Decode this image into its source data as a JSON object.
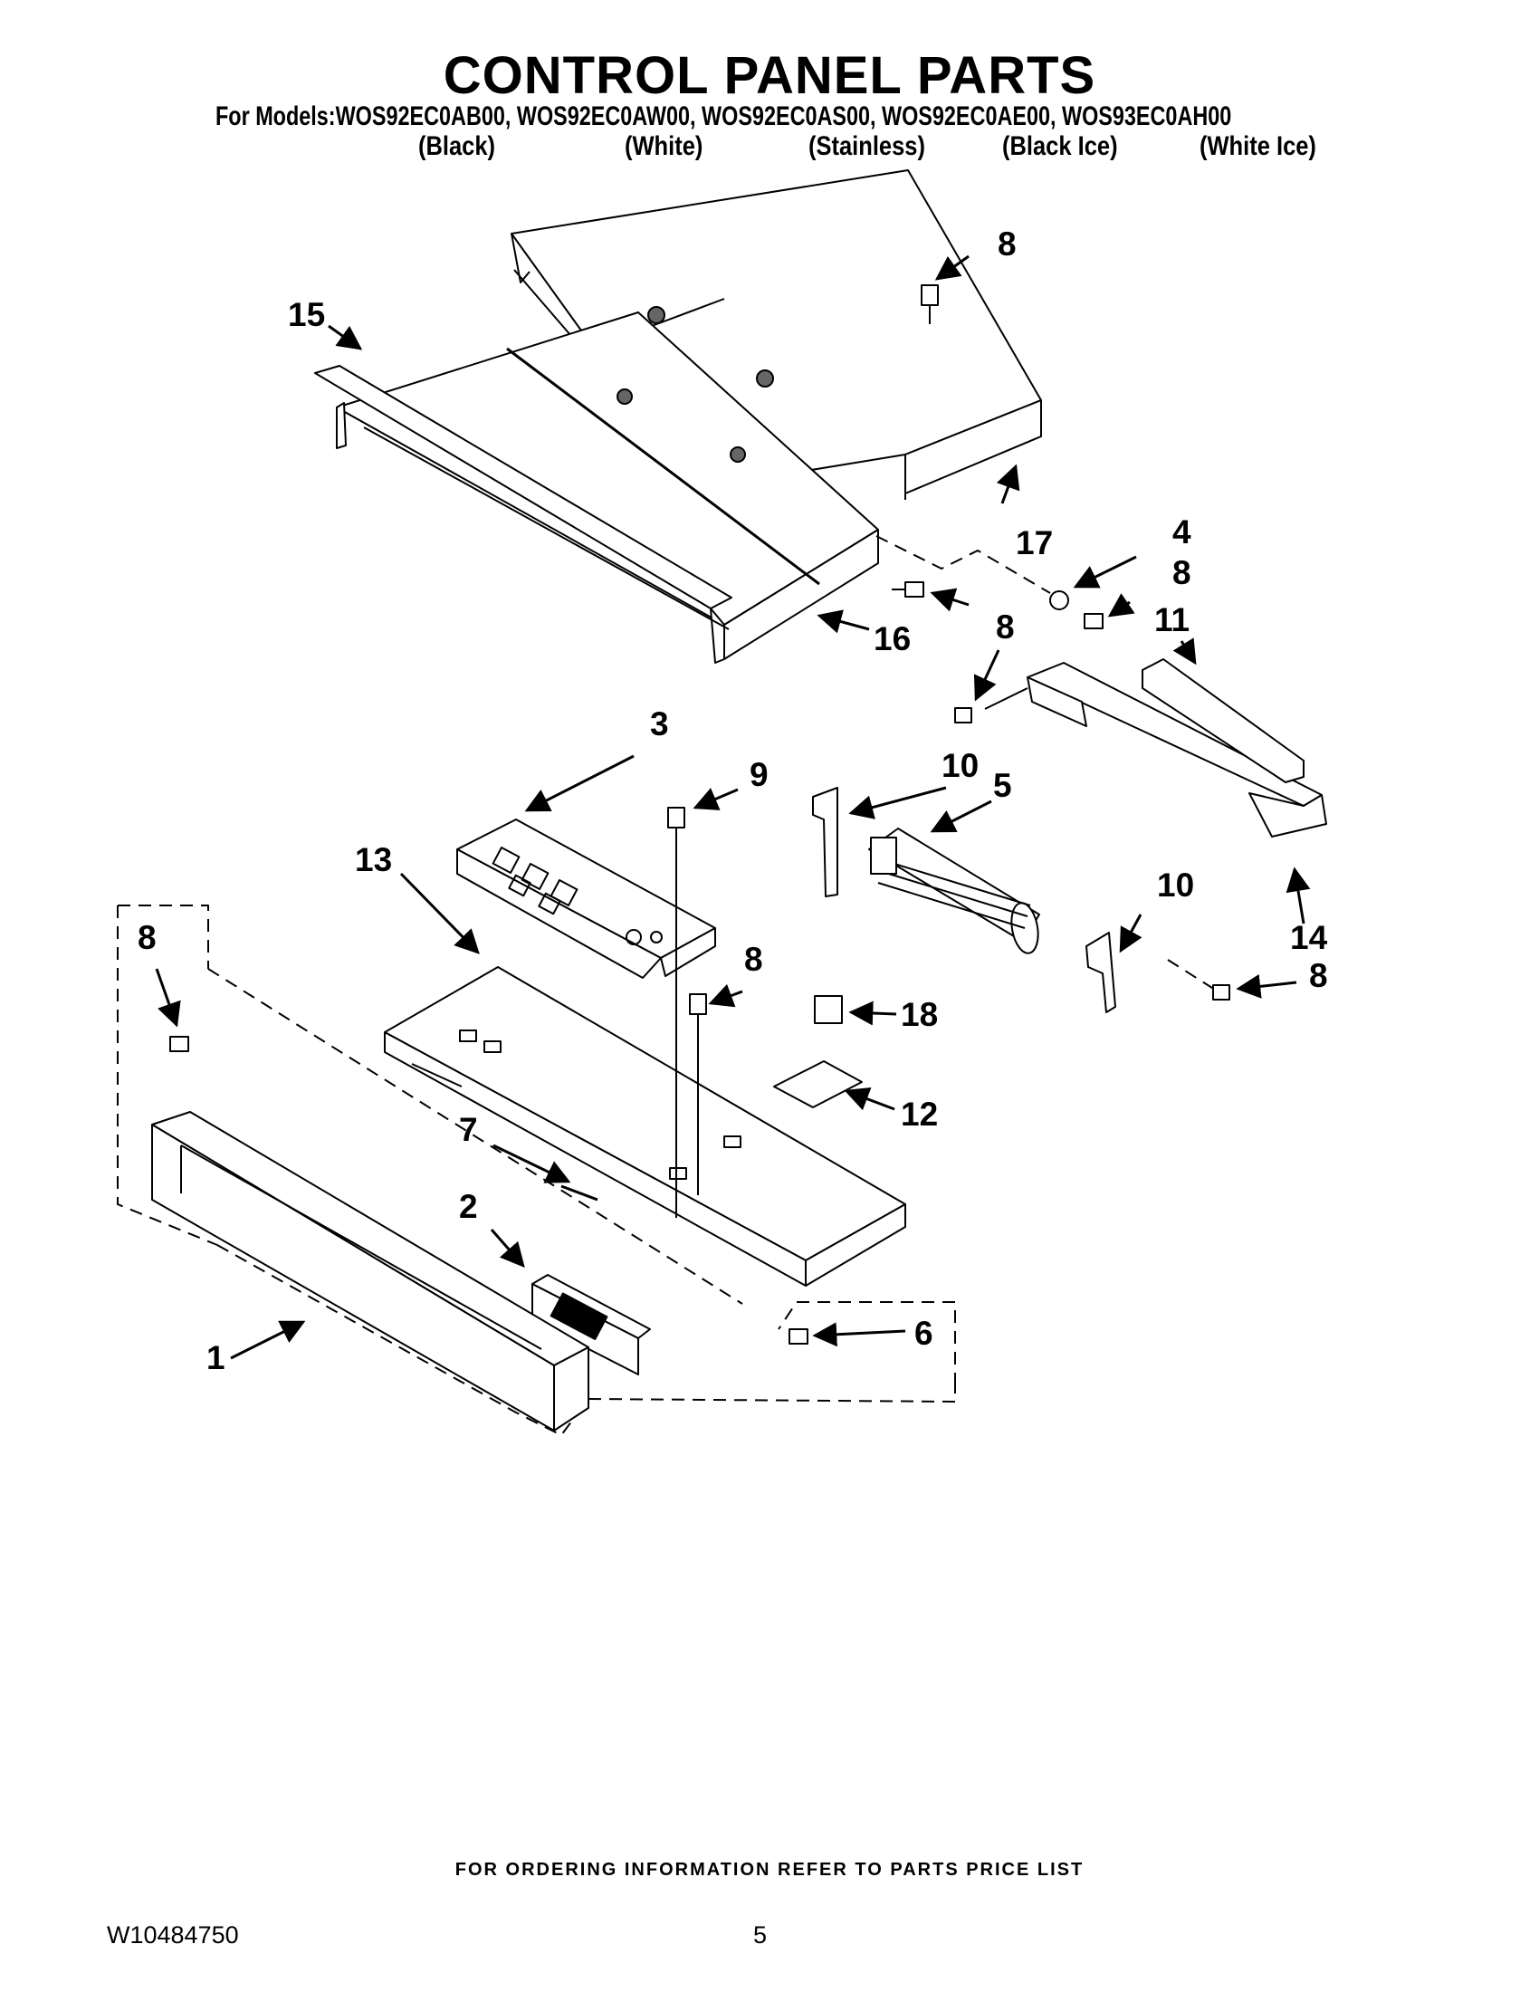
{
  "title": "CONTROL PANEL PARTS",
  "models_line": "For Models:WOS92EC0AB00, WOS92EC0AW00, WOS92EC0AS00, WOS92EC0AE00, WOS93EC0AH00",
  "finishes": [
    "(Black)",
    "(White)",
    "(Stainless)",
    "(Black Ice)",
    "(White Ice)"
  ],
  "callouts": [
    "1",
    "2",
    "3",
    "4",
    "5",
    "6",
    "7",
    "8",
    "9",
    "10",
    "11",
    "12",
    "13",
    "14",
    "15",
    "16",
    "17",
    "18"
  ],
  "footer_note": "FOR ORDERING INFORMATION REFER TO PARTS PRICE LIST",
  "document_number": "W10484750",
  "page_number": "5"
}
